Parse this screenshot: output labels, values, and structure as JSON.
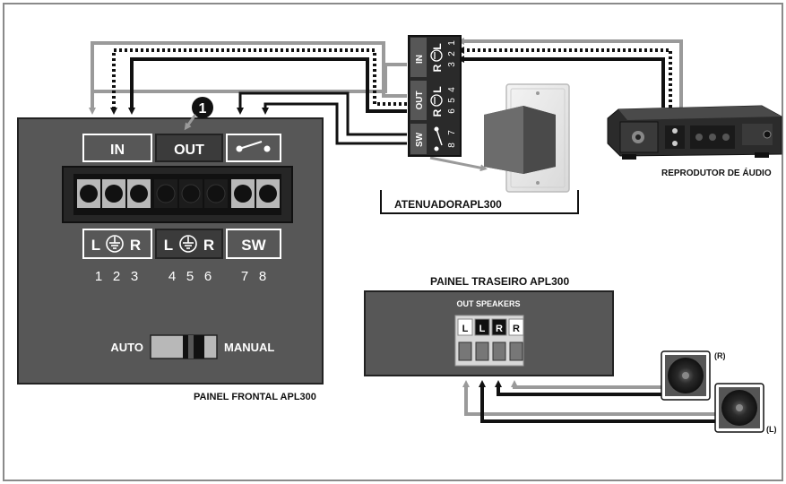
{
  "front_panel": {
    "title": "PAINEL FRONTAL APL300",
    "groups": {
      "in": "IN",
      "out": "OUT"
    },
    "callout": "1",
    "sublabels": {
      "l": "L",
      "r": "R",
      "sw": "SW"
    },
    "terminal_numbers": [
      "1",
      "2",
      "3",
      "4",
      "5",
      "6",
      "7",
      "8"
    ],
    "mode_switch": {
      "left_label": "AUTO",
      "right_label": "MANUAL"
    }
  },
  "attenuator": {
    "label": "ATENUADORAPL300",
    "connector_groups": [
      "IN",
      "OUT",
      "SW"
    ],
    "connector_letters": {
      "l": "L",
      "r": "R"
    },
    "pin_numbers": [
      "1",
      "2",
      "3",
      "4",
      "5",
      "6",
      "7",
      "8"
    ]
  },
  "audio_player": {
    "label": "REPRODUTOR DE ÁUDIO"
  },
  "rear_panel": {
    "title": "PAINEL TRASEIRO APL300",
    "section_label": "OUT SPEAKERS",
    "terminals": [
      "L",
      "L",
      "R",
      "R"
    ]
  },
  "speakers": {
    "right": "(R)",
    "left": "(L)"
  },
  "colors": {
    "panel": "#575757",
    "terminal_strip": "#262626",
    "wire_gray": "#9a9a9a",
    "wire_black": "#111111",
    "switch_gray": "#b8b8b8",
    "accent_text": "#ffffff"
  }
}
